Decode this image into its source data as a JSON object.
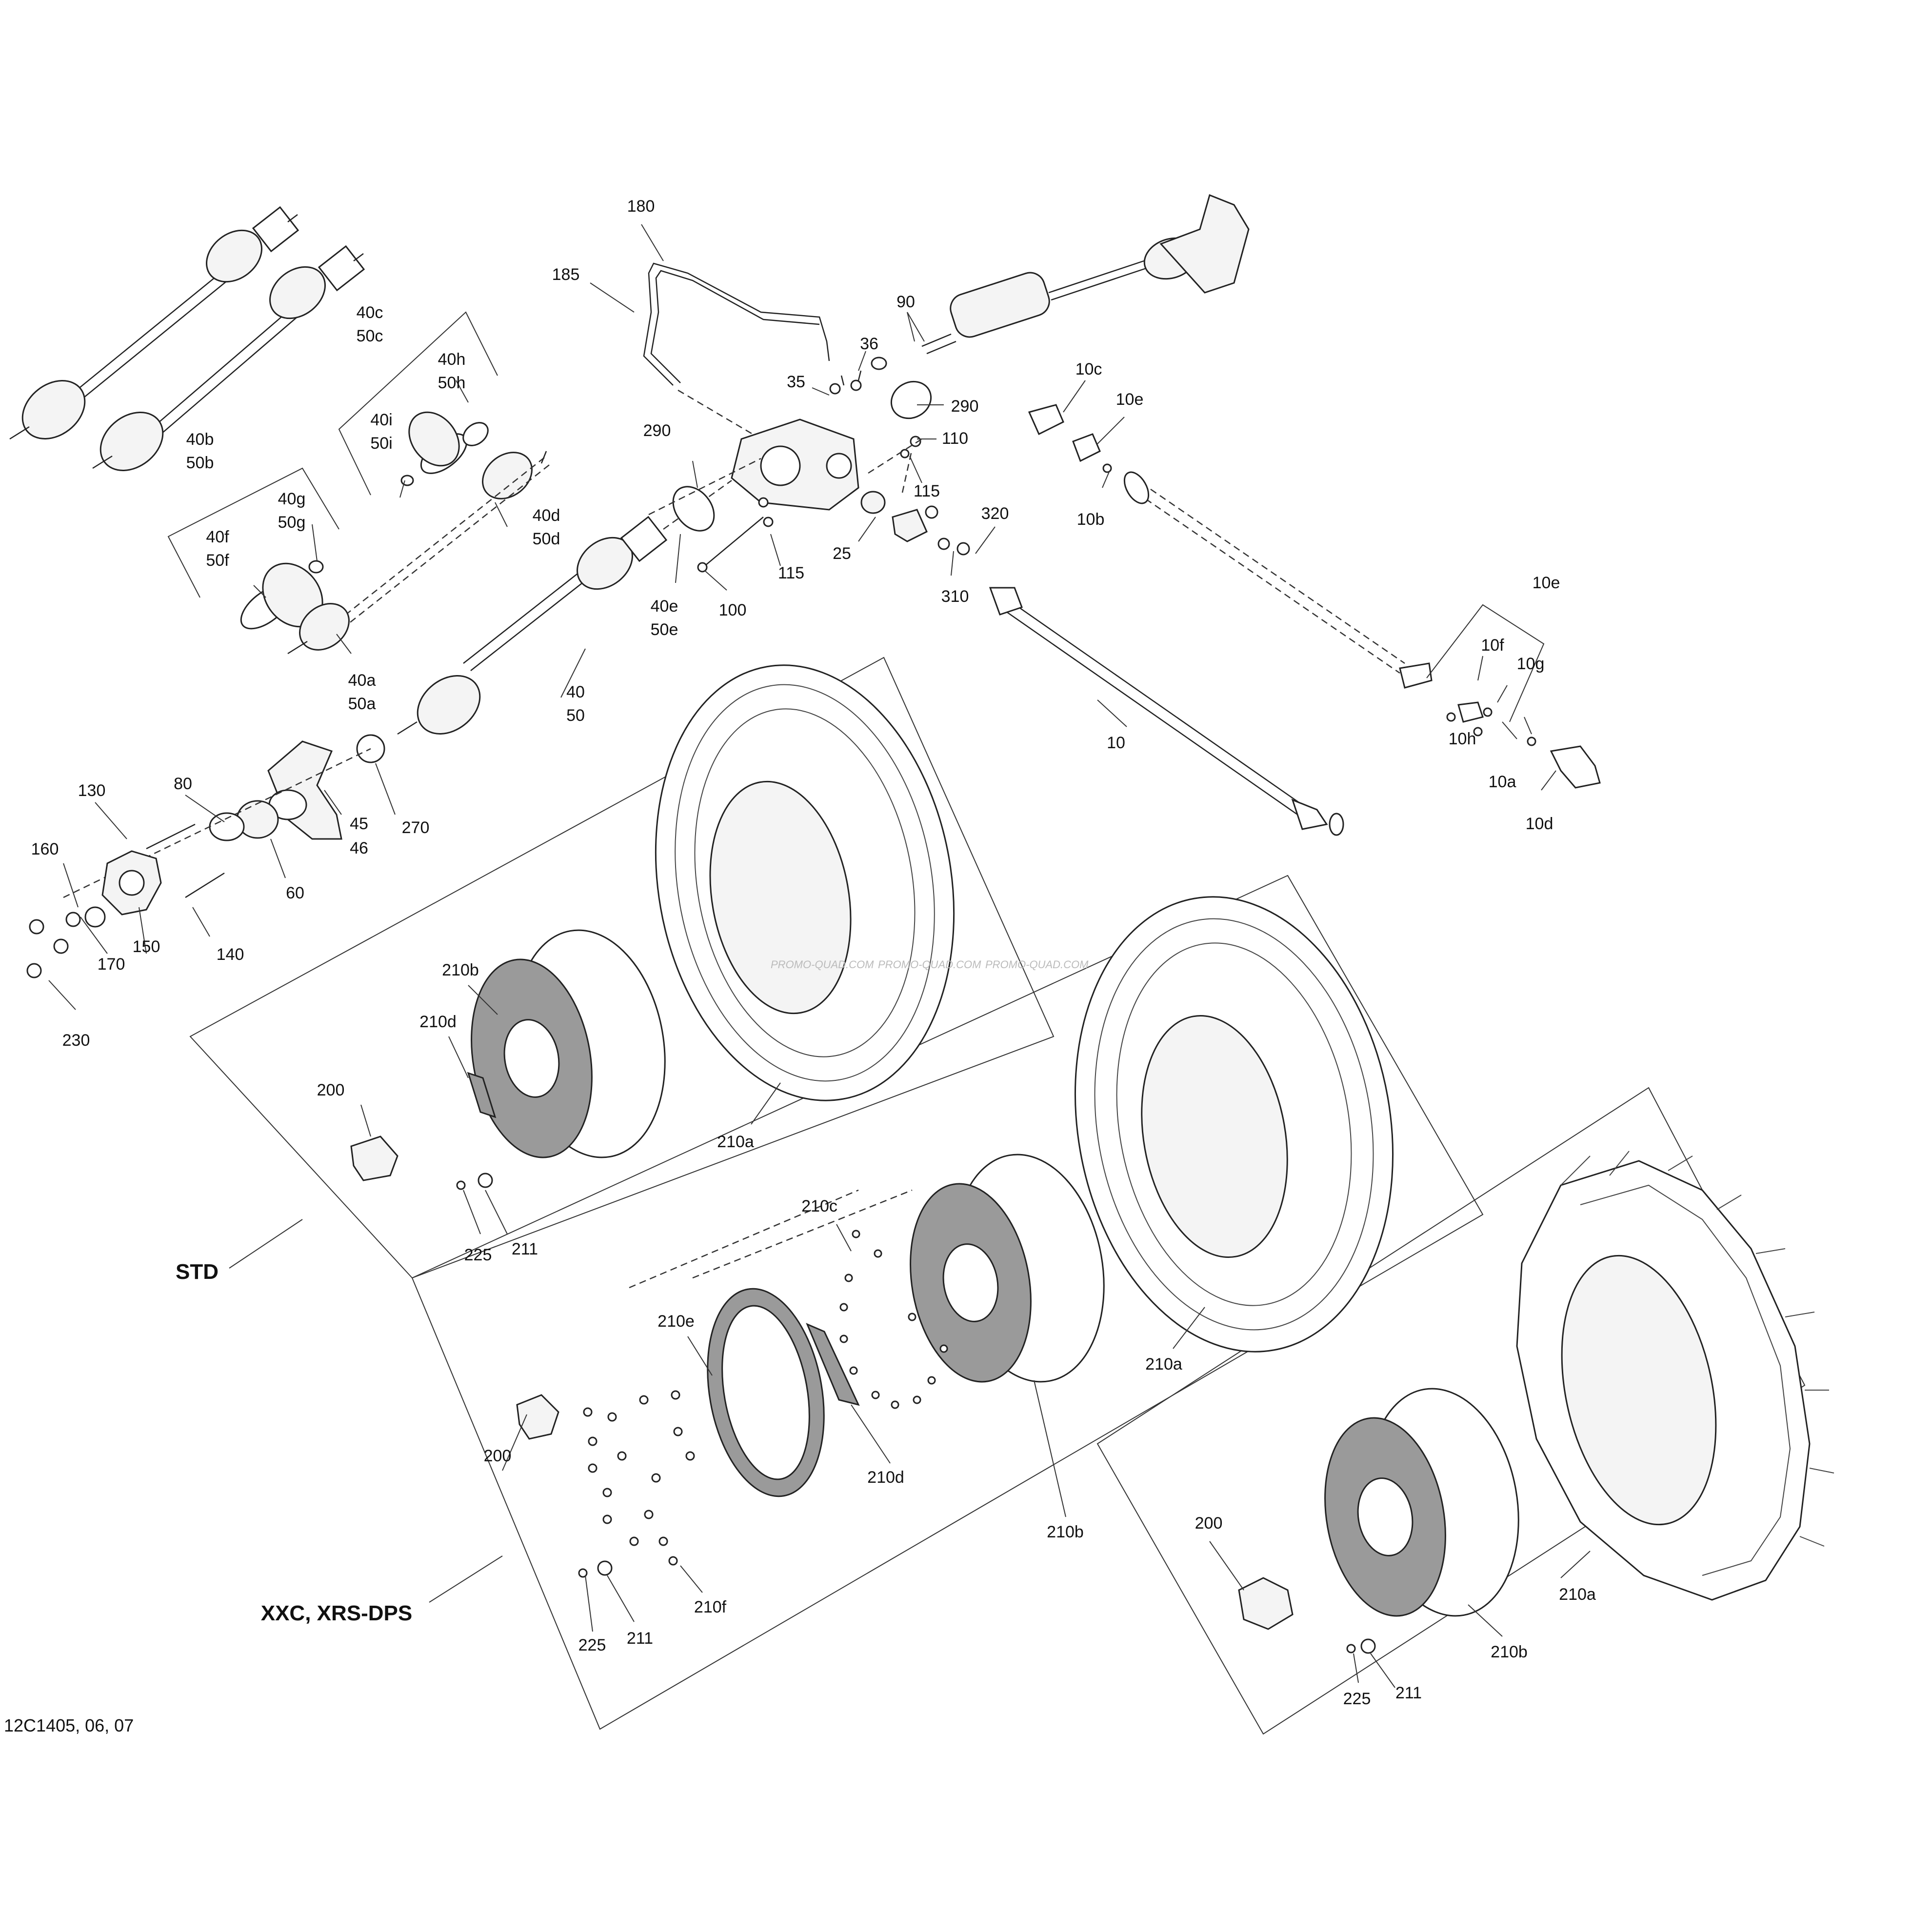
{
  "diagram_ref": "12C1405, 06, 07",
  "watermark": "PROMO-QUAD.COM",
  "groups": {
    "std": "STD",
    "xxc": "XXC, XRS-DPS"
  },
  "callouts": {
    "c180": "180",
    "c185": "185",
    "c90": "90",
    "c36": "36",
    "c35": "35",
    "c290a": "290",
    "c290b": "290",
    "c110": "110",
    "c115a": "115",
    "c115b": "115",
    "c320": "320",
    "c25": "25",
    "c310": "310",
    "c100": "100",
    "c40e": "40e",
    "c50e": "50e",
    "c40c": "40c",
    "c50c": "50c",
    "c40h": "40h",
    "c50h": "50h",
    "c40i": "40i",
    "c50i": "50i",
    "c40d": "40d",
    "c50d": "50d",
    "c40b": "40b",
    "c50b": "50b",
    "c40g": "40g",
    "c50g": "50g",
    "c40f": "40f",
    "c50f": "50f",
    "c40a": "40a",
    "c50a": "50a",
    "c40": "40",
    "c50": "50",
    "c10c": "10c",
    "c10e_top": "10e",
    "c10b": "10b",
    "c10": "10",
    "c10e_bot": "10e",
    "c10f": "10f",
    "c10g": "10g",
    "c10h": "10h",
    "c10a": "10a",
    "c10d": "10d",
    "c130": "130",
    "c80": "80",
    "c160": "160",
    "c60": "60",
    "c45": "45",
    "c46": "46",
    "c270": "270",
    "c140": "140",
    "c170": "170",
    "c150": "150",
    "c230": "230",
    "std_210b": "210b",
    "std_210d": "210d",
    "std_200": "200",
    "std_210a": "210a",
    "std_225": "225",
    "std_211": "211",
    "x_210c": "210c",
    "x_210e": "210e",
    "x_210d": "210d",
    "x_210b": "210b",
    "x_210a": "210a",
    "x_200": "200",
    "x_210f": "210f",
    "x_225": "225",
    "x_211": "211",
    "m_200": "200",
    "m_210a": "210a",
    "m_210b": "210b",
    "m_225": "225",
    "m_211": "211"
  }
}
